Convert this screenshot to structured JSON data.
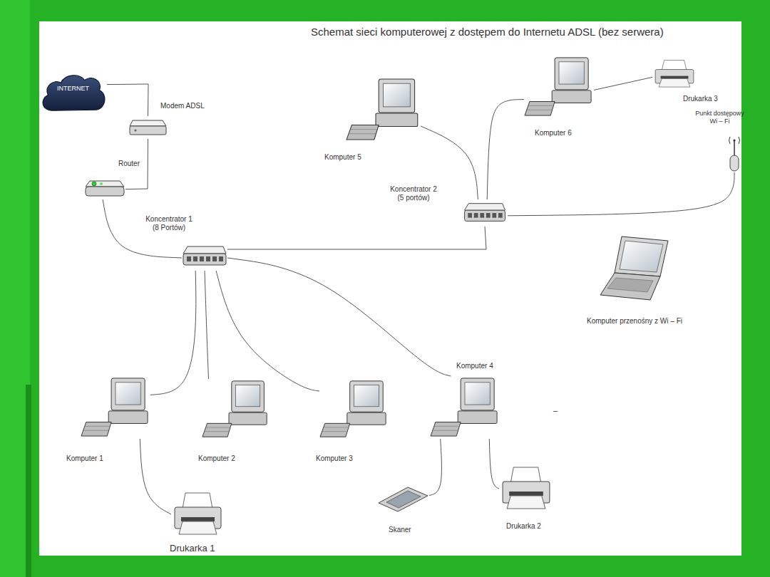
{
  "diagram": {
    "title": "Schemat sieci komputerowej z dostępem do Internetu ADSL (bez serwera)",
    "nodes": [
      {
        "text": [
          "INTERNET"
        ]
      },
      {
        "text": [
          "Modem ADSL"
        ]
      },
      {
        "text": [
          "Router"
        ]
      },
      {
        "text": [
          "Komputer 5"
        ]
      },
      {
        "text": [
          "Komputer 6"
        ]
      },
      {
        "text": [
          "Drukarka 3"
        ]
      },
      {
        "text": [
          "Punkt dostępowy Wi – Fi"
        ]
      },
      {
        "text": [
          "Koncentrator 2 (5 portów)"
        ]
      },
      {
        "text": [
          "Koncentrator 1 (8 Portów)"
        ]
      },
      {
        "text": [
          "Komputer przenośny z Wi – Fi"
        ]
      },
      {
        "text": [
          "Komputer 1"
        ]
      },
      {
        "text": [
          "Komputer 2"
        ]
      },
      {
        "text": [
          "Komputer 3"
        ]
      },
      {
        "text": [
          "Komputer 4"
        ]
      },
      {
        "text": [
          "Skaner"
        ]
      },
      {
        "text": [
          "Drukarka 2"
        ]
      },
      {
        "text": [
          "Drukarka 1"
        ]
      }
    ],
    "edges": [
      {
        "from": 0,
        "to": 1,
        "arrow": "none"
      },
      {
        "from": 1,
        "to": 2,
        "arrow": "none"
      },
      {
        "from": 2,
        "to": 8,
        "arrow": "none"
      },
      {
        "from": 8,
        "to": 7,
        "arrow": "none"
      },
      {
        "from": 8,
        "to": 10,
        "arrow": "none"
      },
      {
        "from": 8,
        "to": 11,
        "arrow": "none"
      },
      {
        "from": 8,
        "to": 12,
        "arrow": "none"
      },
      {
        "from": 8,
        "to": 13,
        "arrow": "none"
      },
      {
        "from": 7,
        "to": 3,
        "arrow": "none"
      },
      {
        "from": 7,
        "to": 4,
        "arrow": "none"
      },
      {
        "from": 7,
        "to": 6,
        "arrow": "none"
      },
      {
        "from": 4,
        "to": 5,
        "arrow": "none"
      },
      {
        "from": 10,
        "to": 16,
        "arrow": "none"
      },
      {
        "from": 13,
        "to": 14,
        "arrow": "none"
      },
      {
        "from": 13,
        "to": 15,
        "arrow": "none"
      }
    ],
    "labels": [
      "–"
    ]
  }
}
